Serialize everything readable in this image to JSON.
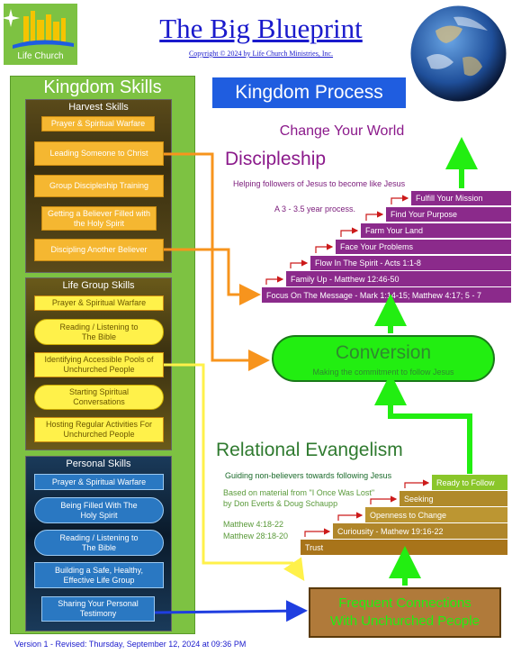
{
  "header": {
    "logo_text": "Life Church",
    "title": "The Big Blueprint",
    "copyright": "Copyright © 2024 by Life Church Ministries, Inc."
  },
  "kingdom_skills": {
    "title": "Kingdom Skills",
    "harvest": {
      "title": "Harvest Skills",
      "items": [
        "Prayer & Spiritual Warfare",
        "Leading Someone to Christ",
        "Group Discipleship Training",
        "Getting a Believer Filled with the Holy Spirit",
        "Discipling Another Believer"
      ]
    },
    "life_group": {
      "title": "Life Group Skills",
      "items": [
        "Prayer & Spiritual Warfare",
        "Reading / Listening to The Bible",
        "Identifying Accessible Pools of Unchurched People",
        "Starting Spiritual Conversations",
        "Hosting Regular Activities For Unchurched People"
      ]
    },
    "personal": {
      "title": "Personal Skills",
      "items": [
        "Prayer & Spiritual Warfare",
        "Being Filled With The Holy Spirit",
        "Reading / Listening to The Bible",
        "Building a Safe, Healthy, Effective Life Group",
        "Sharing Your Personal Testimony"
      ]
    }
  },
  "kingdom_process": {
    "title": "Kingdom Process",
    "change_world": "Change Your World",
    "discipleship": {
      "title": "Discipleship",
      "subtitle": "Helping followers of Jesus to become like Jesus",
      "process": "A 3 - 3.5 year process.",
      "steps": [
        "Focus On The Message - Mark 1:14-15; Matthew 4:17; 5 - 7",
        "Family Up - Matthew 12:46-50",
        "Flow In The Spirit - Acts 1:1-8",
        "Face Your Problems",
        "Farm Your Land",
        "Find Your Purpose",
        "Fulfill Your Mission"
      ]
    },
    "conversion": {
      "title": "Conversion",
      "subtitle": "Making the commitment to follow Jesus"
    },
    "relational_evangelism": {
      "title": "Relational Evangelism",
      "subtitle": "Guiding non-believers towards following Jesus",
      "based_on_1": "Based on material from \"I Once Was Lost\"",
      "based_on_2": "by Don Everts & Doug Schaupp",
      "ref_1": "Matthew 4:18-22",
      "ref_2": "Matthew 28:18-20",
      "steps": [
        "Trust",
        "Curiousity - Mathew 19:16-22",
        "Openness to Change",
        "Seeking",
        "Ready to Follow"
      ]
    },
    "frequent": {
      "line1": "Frequent Connections",
      "line2": "With Unchurched People"
    }
  },
  "footer": {
    "version": "Version 1 - Revised: Thursday, September 12, 2024 at 09:36 PM"
  },
  "colors": {
    "panel_green": "#7dc242",
    "harvest_gold": "#f5b731",
    "life_yellow": "#fff14a",
    "personal_blue": "#2a78c2",
    "discipleship_purple": "#8b2a8b",
    "conversion_green": "#22ee11",
    "arrow_orange": "#f7941d",
    "arrow_blue": "#1f3ee0"
  }
}
